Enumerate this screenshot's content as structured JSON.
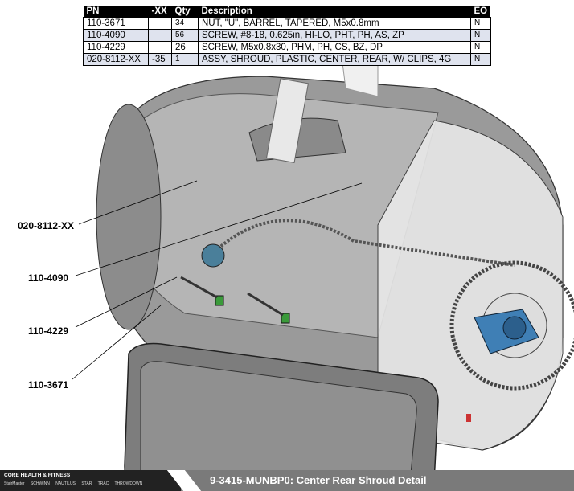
{
  "bom": {
    "headers": {
      "pn": "PN",
      "xx": "-XX",
      "qty": "Qty",
      "desc": "Description",
      "eo": "EO"
    },
    "rows": [
      {
        "pn": "110-3671",
        "xx": "",
        "qty": "34",
        "desc": "NUT, \"U\", BARREL, TAPERED, M5x0.8mm",
        "eo": "N"
      },
      {
        "pn": "110-4090",
        "xx": "",
        "qty": "56",
        "desc": "SCREW, #8-18, 0.625in, HI-LO, PHT, PH, AS, ZP",
        "eo": "N"
      },
      {
        "pn": "110-4229",
        "xx": "",
        "qty": "26",
        "desc": "SCREW, M5x0.8x30, PHM, PH, CS, BZ, DP",
        "eo": "N"
      },
      {
        "pn": "020-8112-XX",
        "xx": "-35",
        "qty": "1",
        "desc": "ASSY, SHROUD, PLASTIC, CENTER, REAR, W/ CLIPS, 4G",
        "eo": "N"
      }
    ]
  },
  "callouts": [
    "020-8112-XX",
    "110-4090",
    "110-4229",
    "110-3671"
  ],
  "footer": {
    "company": "CORE HEALTH & FITNESS",
    "brands": "StairMaster SCHWINN NAUTILUS STAR TRAC THROWDOWN",
    "title": "9-3415-MUNBP0: Center Rear Shroud Detail"
  },
  "colors": {
    "bearing": "#3f7fb5",
    "clip": "#3a9a3a",
    "footer_bg": "#7a7a7a",
    "brand_bg": "#222222"
  }
}
